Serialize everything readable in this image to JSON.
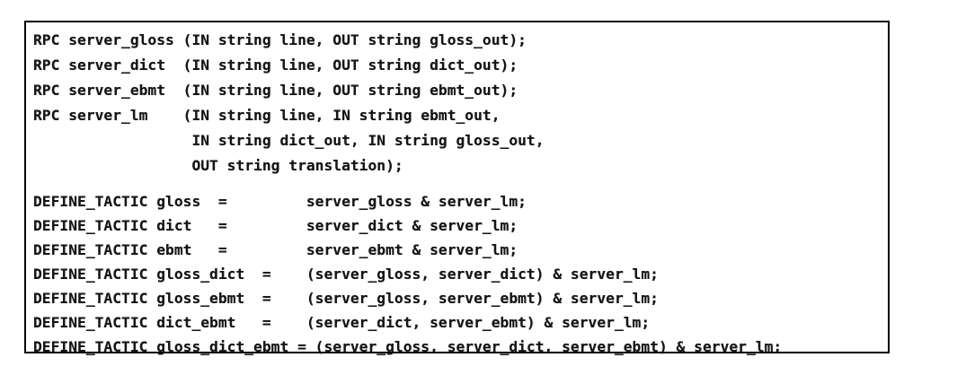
{
  "figure": {
    "kind": "code-listing",
    "background": "#ffffff",
    "border_color": "#000000",
    "text_color": "#161616"
  },
  "code": {
    "rpc_lines": [
      "RPC server_gloss (IN string line, OUT string gloss_out);",
      "RPC server_dict  (IN string line, OUT string dict_out);",
      "RPC server_ebmt  (IN string line, OUT string ebmt_out);",
      "RPC server_lm    (IN string line, IN string ebmt_out,",
      "                  IN string dict_out, IN string gloss_out,",
      "                  OUT string translation);"
    ],
    "tactic_lines": [
      "DEFINE_TACTIC gloss  =         server_gloss & server_lm;",
      "DEFINE_TACTIC dict   =         server_dict & server_lm;",
      "DEFINE_TACTIC ebmt   =         server_ebmt & server_lm;",
      "DEFINE_TACTIC gloss_dict  =    (server_gloss, server_dict) & server_lm;",
      "DEFINE_TACTIC gloss_ebmt  =    (server_gloss, server_ebmt) & server_lm;",
      "DEFINE_TACTIC dict_ebmt   =    (server_dict, server_ebmt) & server_lm;",
      "DEFINE_TACTIC gloss_dict_ebmt = (server_gloss, server_dict, server_ebmt) & server_lm;"
    ]
  }
}
